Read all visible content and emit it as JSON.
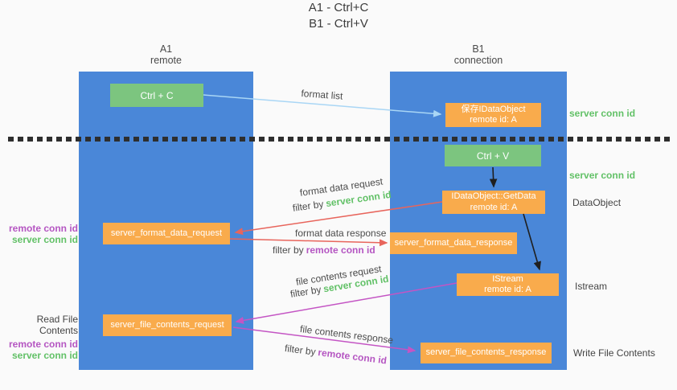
{
  "title": {
    "line1": "A1 - Ctrl+C",
    "line2": "B1 - Ctrl+V"
  },
  "lanes": {
    "a1": {
      "title": "A1",
      "subtitle": "remote"
    },
    "b1": {
      "title": "B1",
      "subtitle": "connection"
    }
  },
  "nodes": {
    "ctrl_c": {
      "label": "Ctrl + C"
    },
    "save_dataobject": {
      "line1": "保存IDataObject",
      "line2": "remote id: A"
    },
    "ctrl_v": {
      "label": "Ctrl + V"
    },
    "getdata": {
      "line1": "IDataObject::GetData",
      "line2": "remote id: A"
    },
    "format_request": {
      "label": "server_format_data_request"
    },
    "format_response": {
      "label": "server_format_data_response"
    },
    "istream": {
      "line1": "IStream",
      "line2": "remote id: A"
    },
    "file_request": {
      "label": "server_file_contents_request"
    },
    "file_response": {
      "label": "server_file_contents_response"
    }
  },
  "side_labels": {
    "server_conn_id_top": "server conn id",
    "server_conn_id_mid": "server conn id",
    "dataobject": "DataObject",
    "istream": "Istream",
    "write_file_contents": "Write File Contents",
    "read_file_contents": "Read File Contents",
    "remote_conn_id_format": "remote conn id",
    "server_conn_id_format": "server conn id",
    "remote_conn_id_file": "remote conn id",
    "server_conn_id_file": "server conn id"
  },
  "edge_labels": {
    "format_list": "format list",
    "format_data_request": "format data request",
    "format_data_response": "format data response",
    "file_contents_request": "file contents request",
    "file_contents_response": "file contents response",
    "filter_by": "filter by",
    "server_conn_id": "server conn id",
    "remote_conn_id": "remote conn id"
  },
  "colors": {
    "lane_blue": "#4A87D8",
    "node_orange": "#F9AB4C",
    "button_green": "#7CC57F",
    "id_green": "#62C167",
    "id_purple": "#B556C2",
    "arrow_light_blue": "#A9D6F5",
    "arrow_red": "#E8655C",
    "arrow_magenta": "#C455C4",
    "arrow_black": "#1F1F1F",
    "background": "#FAFAFA"
  }
}
